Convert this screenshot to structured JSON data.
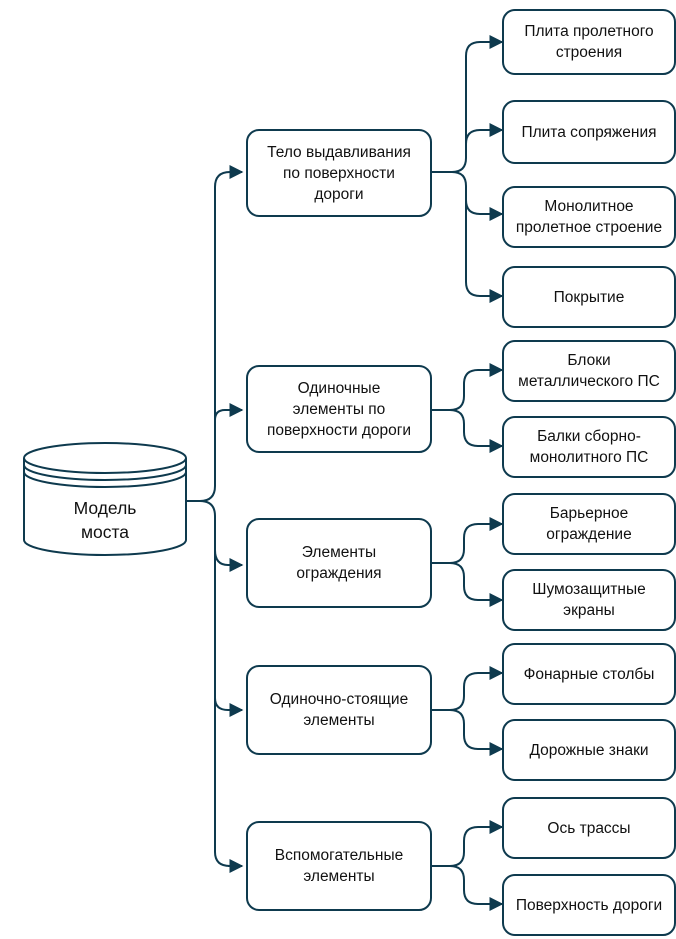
{
  "root": {
    "line1": "Модель",
    "line2": "моста"
  },
  "groups": [
    {
      "line1": "Тело выдавливания",
      "line2": "по поверхности",
      "line3": "дороги"
    },
    {
      "line1": "Одиночные",
      "line2": "элементы по",
      "line3": "поверхности дороги"
    },
    {
      "line1": "Элементы",
      "line2": "ограждения"
    },
    {
      "line1": "Одиночно-стоящие",
      "line2": "элементы"
    },
    {
      "line1": "Вспомогательные",
      "line2": "элементы"
    }
  ],
  "leaves": [
    {
      "line1": "Плита пролетного",
      "line2": "строения"
    },
    {
      "line1": "Плита сопряжения"
    },
    {
      "line1": "Монолитное",
      "line2": "пролетное строение"
    },
    {
      "line1": "Покрытие"
    },
    {
      "line1": "Блоки",
      "line2": "металлического ПС"
    },
    {
      "line1": "Балки сборно-",
      "line2": "монолитного ПС"
    },
    {
      "line1": "Барьерное",
      "line2": "ограждение"
    },
    {
      "line1": "Шумозащитные",
      "line2": "экраны"
    },
    {
      "line1": "Фонарные столбы"
    },
    {
      "line1": "Дорожные знаки"
    },
    {
      "line1": "Ось трассы"
    },
    {
      "line1": "Поверхность дороги"
    }
  ],
  "colors": {
    "stroke": "#0e3a4e",
    "fill": "#ffffff",
    "text": "#111111"
  }
}
